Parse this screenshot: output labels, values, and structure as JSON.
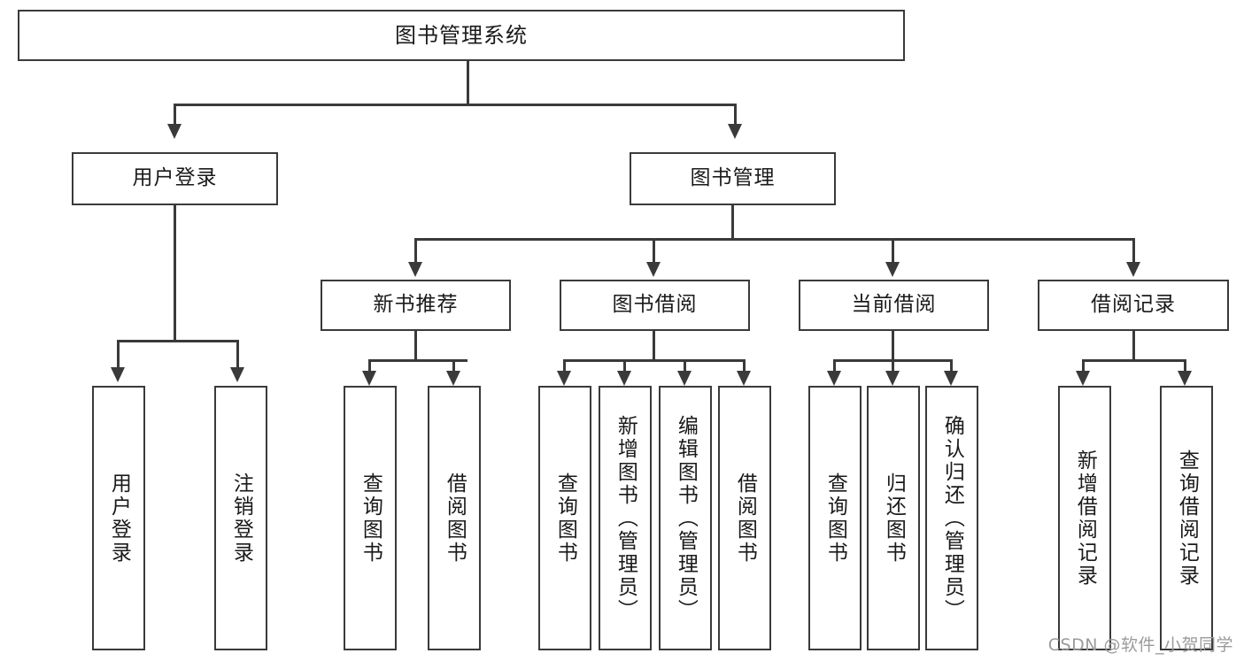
{
  "diagram": {
    "title": "图书管理系统",
    "type": "tree",
    "watermark": "CSDN @软件_小贺同学",
    "colors": {
      "box_border": "#3a3a3a",
      "box_fill": "#ffffff",
      "connector": "#3a3a3a",
      "text": "#1a1a1a",
      "watermark": "#9b9b9b",
      "background": "#ffffff"
    },
    "levels": {
      "root": {
        "label": "图书管理系统"
      },
      "level2": [
        {
          "label": "用户登录"
        },
        {
          "label": "图书管理"
        }
      ],
      "level3": [
        {
          "label": "新书推荐"
        },
        {
          "label": "图书借阅"
        },
        {
          "label": "当前借阅"
        },
        {
          "label": "借阅记录"
        }
      ]
    },
    "leaves": {
      "user_login": [
        {
          "label": "用户登录"
        },
        {
          "label": "注销登录"
        }
      ],
      "new_book_recommend": [
        {
          "label": "查询图书"
        },
        {
          "label": "借阅图书"
        }
      ],
      "book_borrow": [
        {
          "label": "查询图书"
        },
        {
          "label": "新增图书（管理员）"
        },
        {
          "label": "编辑图书（管理员）"
        },
        {
          "label": "借阅图书"
        }
      ],
      "current_borrow": [
        {
          "label": "查询图书"
        },
        {
          "label": "归还图书"
        },
        {
          "label": "确认归还（管理员）"
        }
      ],
      "borrow_record": [
        {
          "label": "新增借阅记录"
        },
        {
          "label": "查询借阅记录"
        }
      ]
    }
  }
}
